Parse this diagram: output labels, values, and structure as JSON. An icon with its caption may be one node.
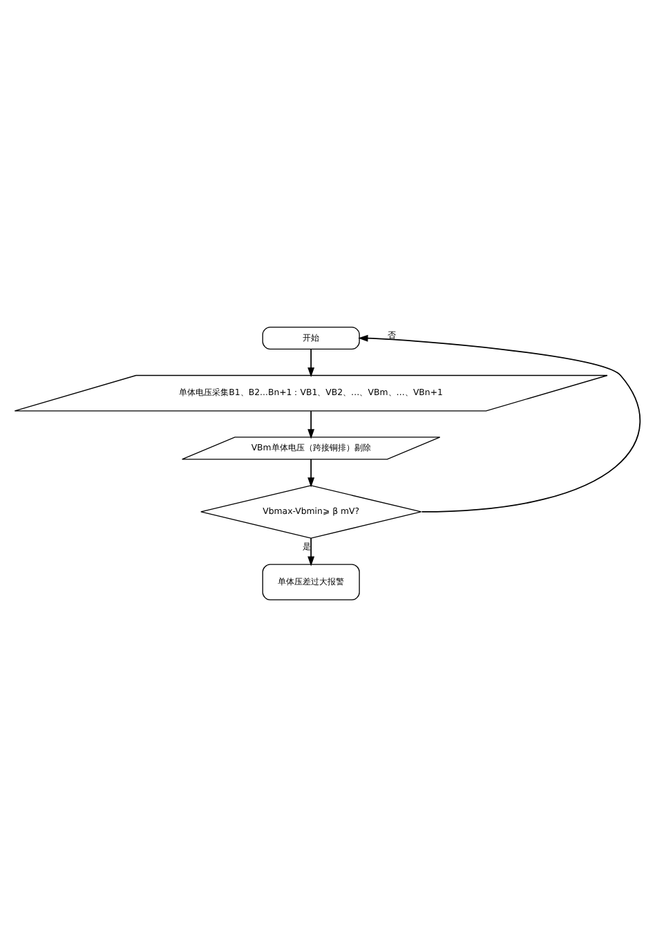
{
  "diagram": {
    "nodes": [
      {
        "text": [
          "开始"
        ]
      },
      {
        "text": [
          "单体电压采集B1、B2...Bn+1：VB1、VB2、…、VBm、…、VBn+1"
        ]
      },
      {
        "text": [
          "VBm单体电压（跨接铜排）剔除"
        ]
      },
      {
        "text": [
          "Vbmax-Vbmin⩾ β mV?"
        ]
      },
      {
        "text": [
          "单体压差过大报警"
        ]
      }
    ],
    "edges": [
      {
        "from": 0,
        "to": 1,
        "arrow": "to"
      },
      {
        "from": 1,
        "to": 2,
        "arrow": "to"
      },
      {
        "from": 2,
        "to": 3,
        "arrow": "to"
      },
      {
        "from": 3,
        "to": 4,
        "arrow": "to",
        "label": "是"
      },
      {
        "from": 3,
        "to": 0,
        "arrow": "to",
        "label": "否"
      }
    ]
  }
}
